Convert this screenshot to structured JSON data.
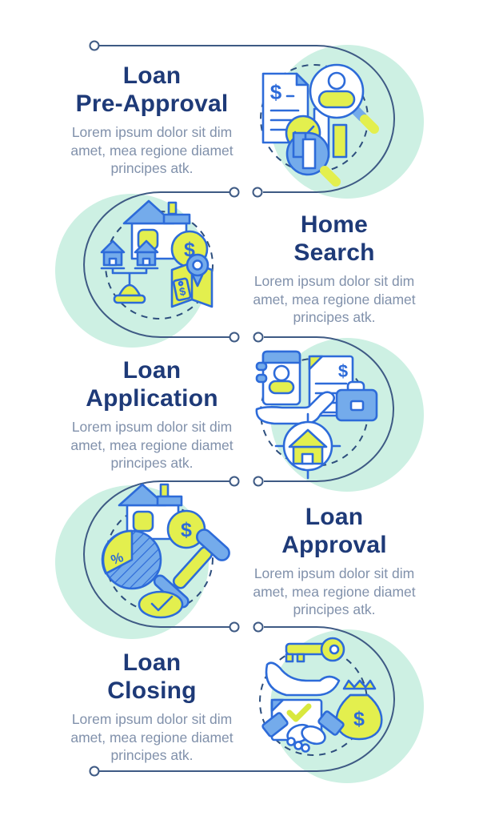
{
  "palette": {
    "title_navy": "#1e3a78",
    "body_gray_blue": "#8191ab",
    "connector_line": "#3e5a84",
    "dashed_circle": "#2e4f7e",
    "icon_outline_blue": "#2d6bd9",
    "icon_fill_blue": "#74abeb",
    "icon_fill_yellow": "#e3ef4e",
    "mint_background": "#cdf0e3",
    "page_background": "#ffffff"
  },
  "sections": [
    {
      "id": "loan-pre-approval",
      "title_lines": [
        "Loan",
        "Pre-Approval"
      ],
      "body_lines": [
        "Lorem ipsum dolor sit dim",
        "amet, mea regione diamet",
        "principes atk."
      ],
      "illustration_side": "right",
      "icons": [
        "document-dollar-icon",
        "check-circle-icon",
        "magnifier-person-icon",
        "bar-chart-icon",
        "magnifier-icon"
      ],
      "glyphs": {
        "document_dollar": "$"
      }
    },
    {
      "id": "home-search",
      "title_lines": [
        "Home",
        "Search"
      ],
      "body_lines": [
        "Lorem ipsum dolor sit dim",
        "amet, mea regione diamet",
        "principes atk."
      ],
      "illustration_side": "left",
      "icons": [
        "house-dollar-icon",
        "balance-scale-houses-icon",
        "map-pin-icon",
        "price-tag-icon"
      ],
      "glyphs": {
        "coin_dollar": "$",
        "tag_dollar": "$"
      }
    },
    {
      "id": "loan-application",
      "title_lines": [
        "Loan",
        "Application"
      ],
      "body_lines": [
        "Lorem ipsum dolor sit dim",
        "amet, mea regione diamet",
        "principes atk."
      ],
      "illustration_side": "right",
      "icons": [
        "hand-contact-card-icon",
        "document-dollar-icon",
        "briefcase-icon",
        "house-target-icon"
      ],
      "glyphs": {
        "document_dollar": "$"
      }
    },
    {
      "id": "loan-approval",
      "title_lines": [
        "Loan",
        "Approval"
      ],
      "body_lines": [
        "Lorem ipsum dolor sit dim",
        "amet, mea regione diamet",
        "principes atk."
      ],
      "illustration_side": "left",
      "icons": [
        "house-dollar-icon",
        "pie-chart-percent-icon",
        "gavel-icon",
        "check-ellipse-icon"
      ],
      "glyphs": {
        "coin_dollar": "$",
        "pie_percent": "%"
      }
    },
    {
      "id": "loan-closing",
      "title_lines": [
        "Loan",
        "Closing"
      ],
      "body_lines": [
        "Lorem ipsum dolor sit dim",
        "amet, mea regione diamet",
        "principes atk."
      ],
      "illustration_side": "right",
      "icons": [
        "hand-key-icon",
        "money-bag-icon",
        "handshake-document-icon",
        "check-mark-icon"
      ],
      "glyphs": {
        "bag_dollar": "$"
      }
    }
  ]
}
